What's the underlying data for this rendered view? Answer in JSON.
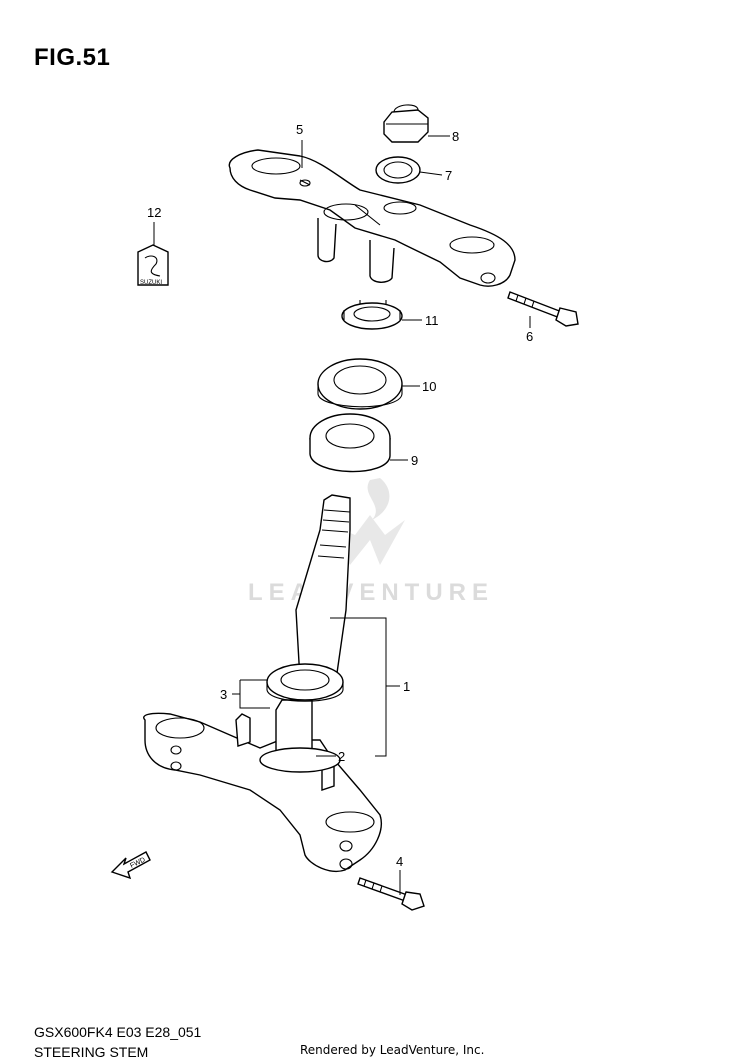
{
  "figure": {
    "title": "FIG.51",
    "model_code": "GSX600FK4 E03 E28_051",
    "diagram_name": "STEERING STEM",
    "credit": "Rendered by LeadVenture, Inc.",
    "watermark_text": "LEADVENTURE",
    "brand_label_on_emblem": "SUZUKI",
    "direction_label": "FWD"
  },
  "callouts": [
    {
      "id": "1",
      "label": "1"
    },
    {
      "id": "2",
      "label": "2"
    },
    {
      "id": "3",
      "label": "3"
    },
    {
      "id": "4",
      "label": "4"
    },
    {
      "id": "5",
      "label": "5"
    },
    {
      "id": "6",
      "label": "6"
    },
    {
      "id": "7",
      "label": "7"
    },
    {
      "id": "8",
      "label": "8"
    },
    {
      "id": "9",
      "label": "9"
    },
    {
      "id": "10",
      "label": "10"
    },
    {
      "id": "11",
      "label": "11"
    },
    {
      "id": "12",
      "label": "12"
    }
  ],
  "colors": {
    "line": "#000000",
    "background": "#ffffff",
    "watermark": "#d8d8d8"
  }
}
